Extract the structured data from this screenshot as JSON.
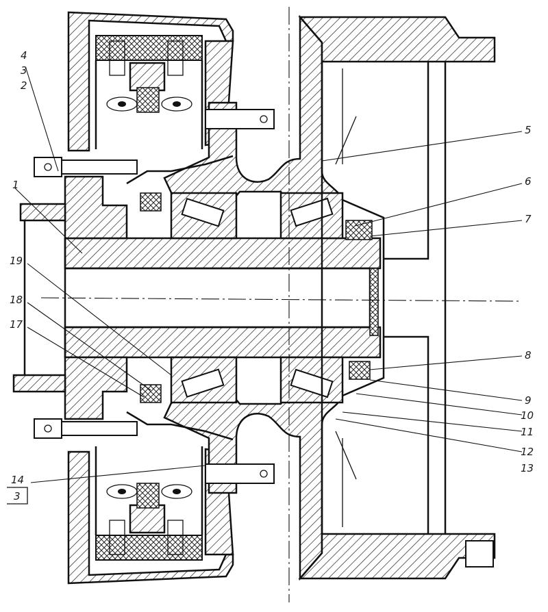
{
  "callouts": {
    "c4": "4",
    "c3": "3",
    "c2": "2",
    "c1": "1",
    "c5": "5",
    "c6": "6",
    "c7": "7",
    "c19": "19",
    "c18": "18",
    "c17": "17",
    "c8": "8",
    "c9": "9",
    "c10": "10",
    "c11": "11",
    "c12": "12",
    "c13": "13",
    "c14": "14",
    "c14b": "3"
  }
}
